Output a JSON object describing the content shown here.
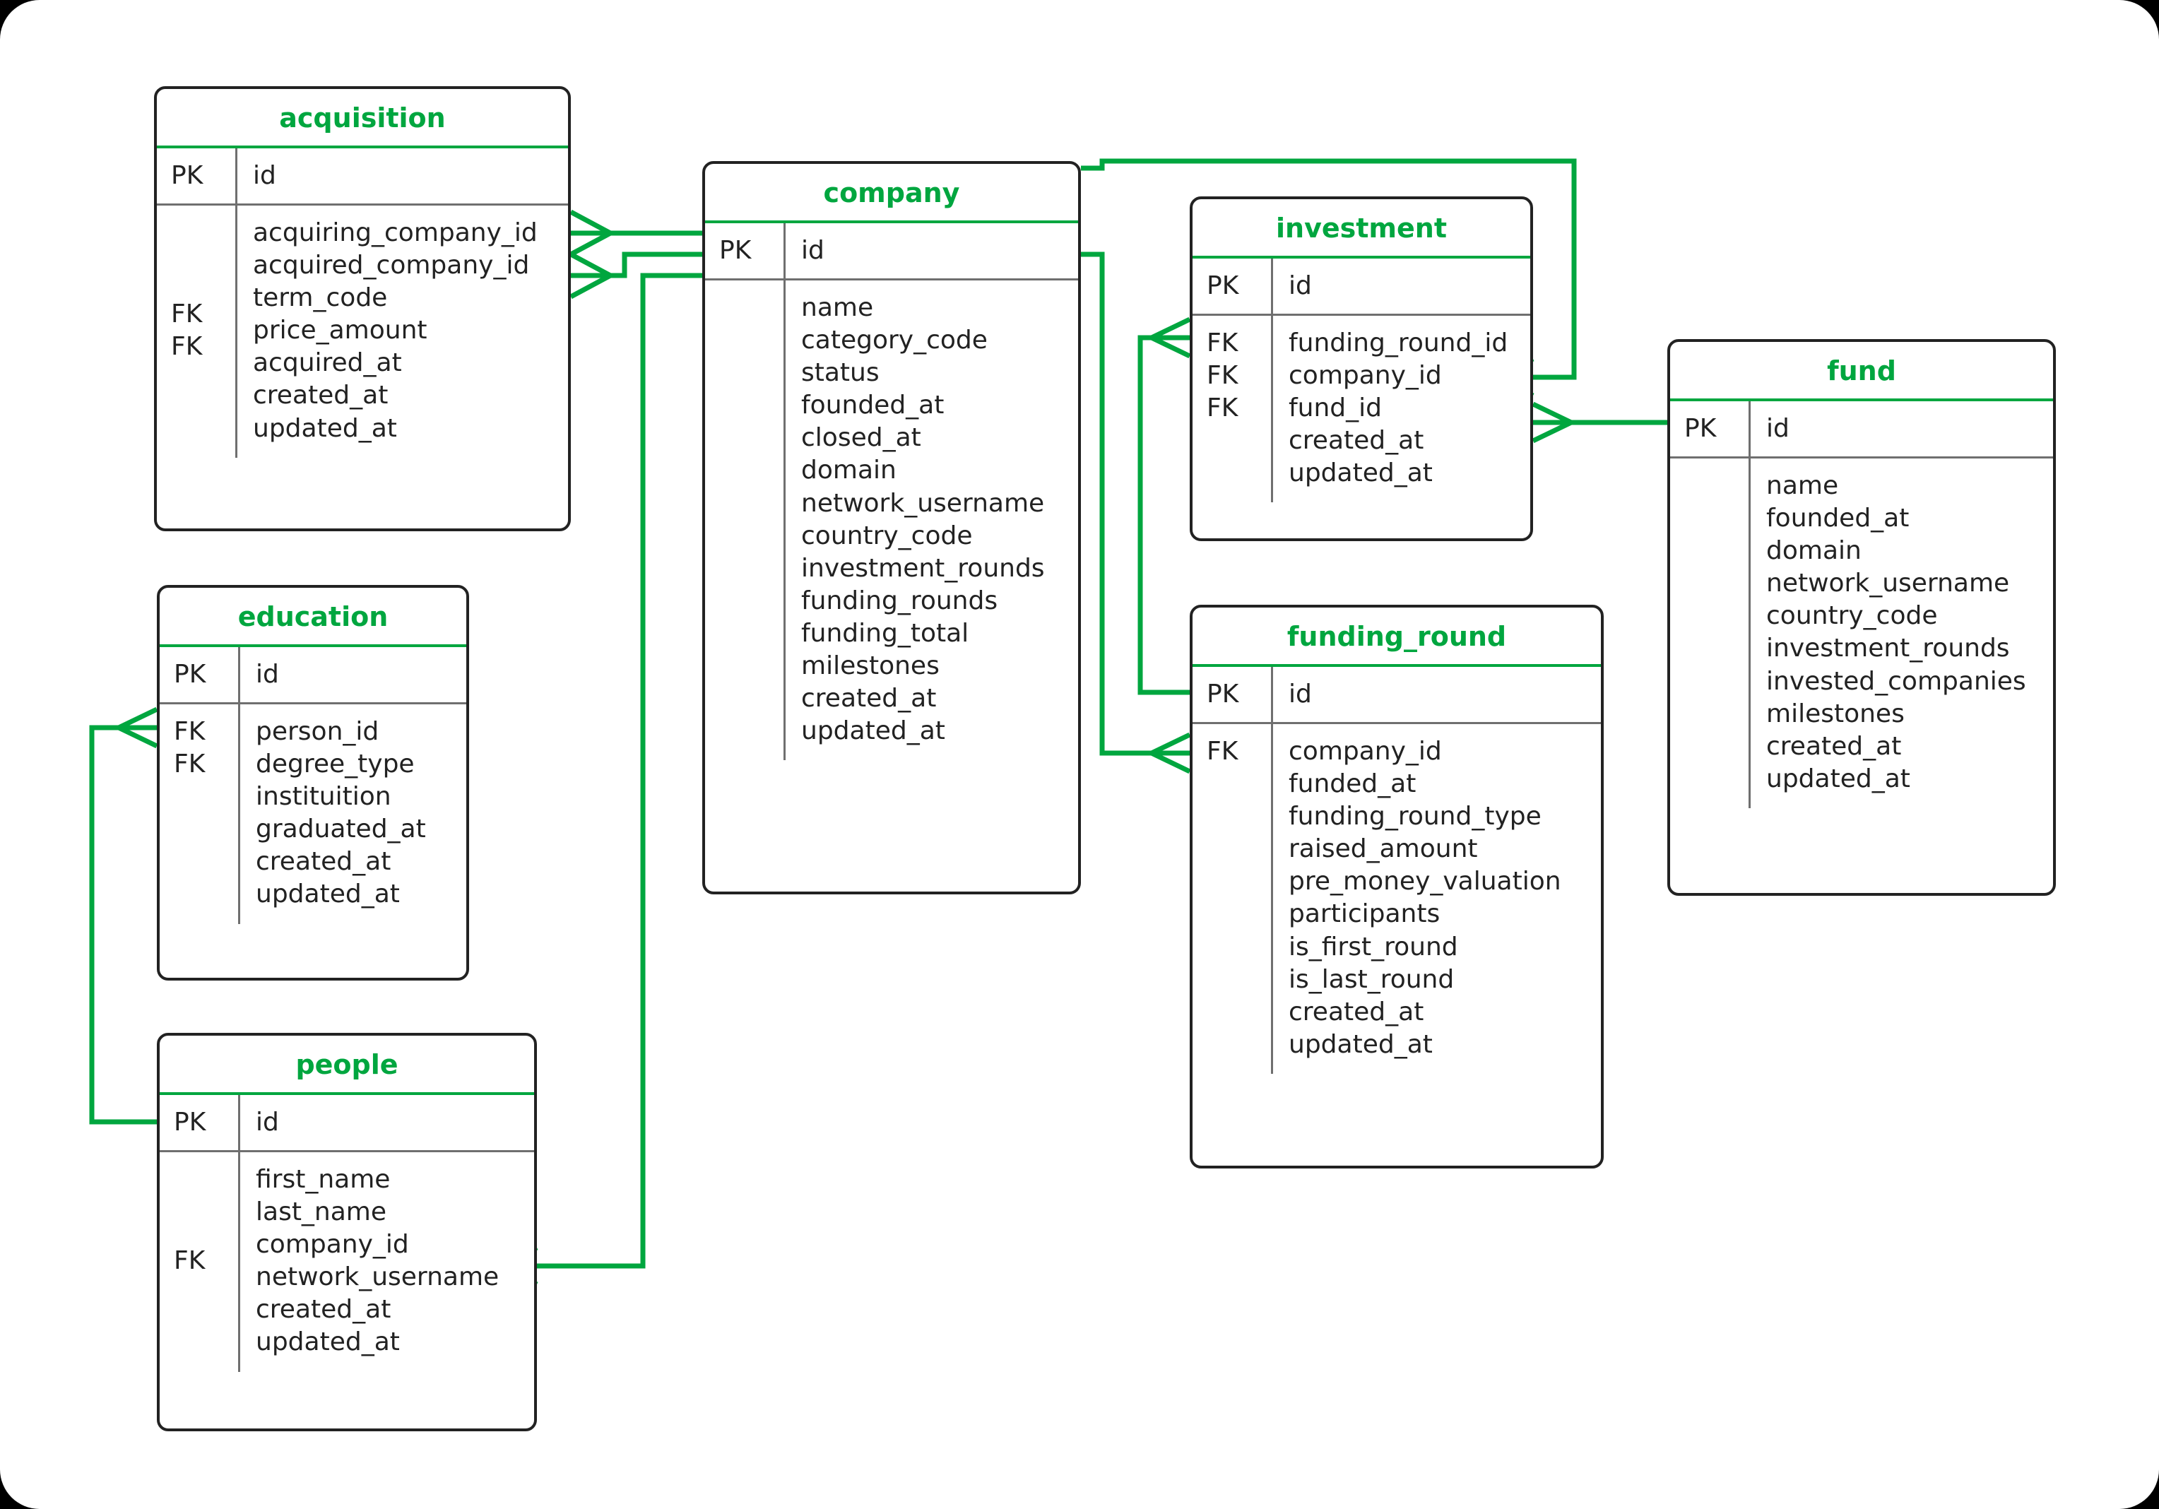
{
  "diagram": {
    "type": "entity-relationship-diagram",
    "accent_color": "#00a63f",
    "border_color": "#222222",
    "divider_color": "#6f6f6f",
    "background": "#ffffff",
    "key_labels": {
      "pk": "PK",
      "fk": "FK"
    }
  },
  "entities": [
    {
      "name": "acquisition",
      "pk": {
        "key": "PK",
        "field": "id"
      },
      "keys": [
        "FK",
        "FK"
      ],
      "fields": [
        "acquiring_company_id",
        "acquired_company_id",
        "term_code",
        "price_amount",
        "acquired_at",
        "created_at",
        "updated_at"
      ]
    },
    {
      "name": "company",
      "pk": {
        "key": "PK",
        "field": "id"
      },
      "keys": [],
      "fields": [
        "name",
        "category_code",
        "status",
        "founded_at",
        "closed_at",
        "domain",
        "network_username",
        "country_code",
        "investment_rounds",
        "funding_rounds",
        "funding_total",
        "milestones",
        "created_at",
        "updated_at"
      ]
    },
    {
      "name": "investment",
      "pk": {
        "key": "PK",
        "field": "id"
      },
      "keys": [
        "FK",
        "FK",
        "FK"
      ],
      "fields": [
        "funding_round_id",
        "company_id",
        "fund_id",
        "created_at",
        "updated_at"
      ]
    },
    {
      "name": "fund",
      "pk": {
        "key": "PK",
        "field": "id"
      },
      "keys": [],
      "fields": [
        "name",
        "founded_at",
        "domain",
        "network_username",
        "country_code",
        "investment_rounds",
        "invested_companies",
        "milestones",
        "created_at",
        "updated_at"
      ]
    },
    {
      "name": "funding_round",
      "pk": {
        "key": "PK",
        "field": "id"
      },
      "keys": [
        "FK"
      ],
      "fields": [
        "company_id",
        "funded_at",
        "funding_round_type",
        "raised_amount",
        "pre_money_valuation",
        "participants",
        "is_first_round",
        "is_last_round",
        "created_at",
        "updated_at"
      ]
    },
    {
      "name": "education",
      "pk": {
        "key": "PK",
        "field": "id"
      },
      "keys": [
        "FK",
        "FK"
      ],
      "fields": [
        "person_id",
        "degree_type",
        "instituition",
        "graduated_at",
        "created_at",
        "updated_at"
      ]
    },
    {
      "name": "people",
      "pk": {
        "key": "PK",
        "field": "id"
      },
      "keys": [
        "FK"
      ],
      "fields": [
        "first_name",
        "last_name",
        "company_id",
        "network_username",
        "created_at",
        "updated_at"
      ]
    }
  ],
  "relationships": [
    {
      "from": "acquisition.acquiring_company_id",
      "to": "company.id"
    },
    {
      "from": "acquisition.acquired_company_id",
      "to": "company.id"
    },
    {
      "from": "people.company_id",
      "to": "company.id"
    },
    {
      "from": "investment.company_id",
      "to": "company.id"
    },
    {
      "from": "funding_round.company_id",
      "to": "company.id"
    },
    {
      "from": "investment.funding_round_id",
      "to": "funding_round.id"
    },
    {
      "from": "investment.fund_id",
      "to": "fund.id"
    },
    {
      "from": "education.person_id",
      "to": "people.id"
    }
  ]
}
